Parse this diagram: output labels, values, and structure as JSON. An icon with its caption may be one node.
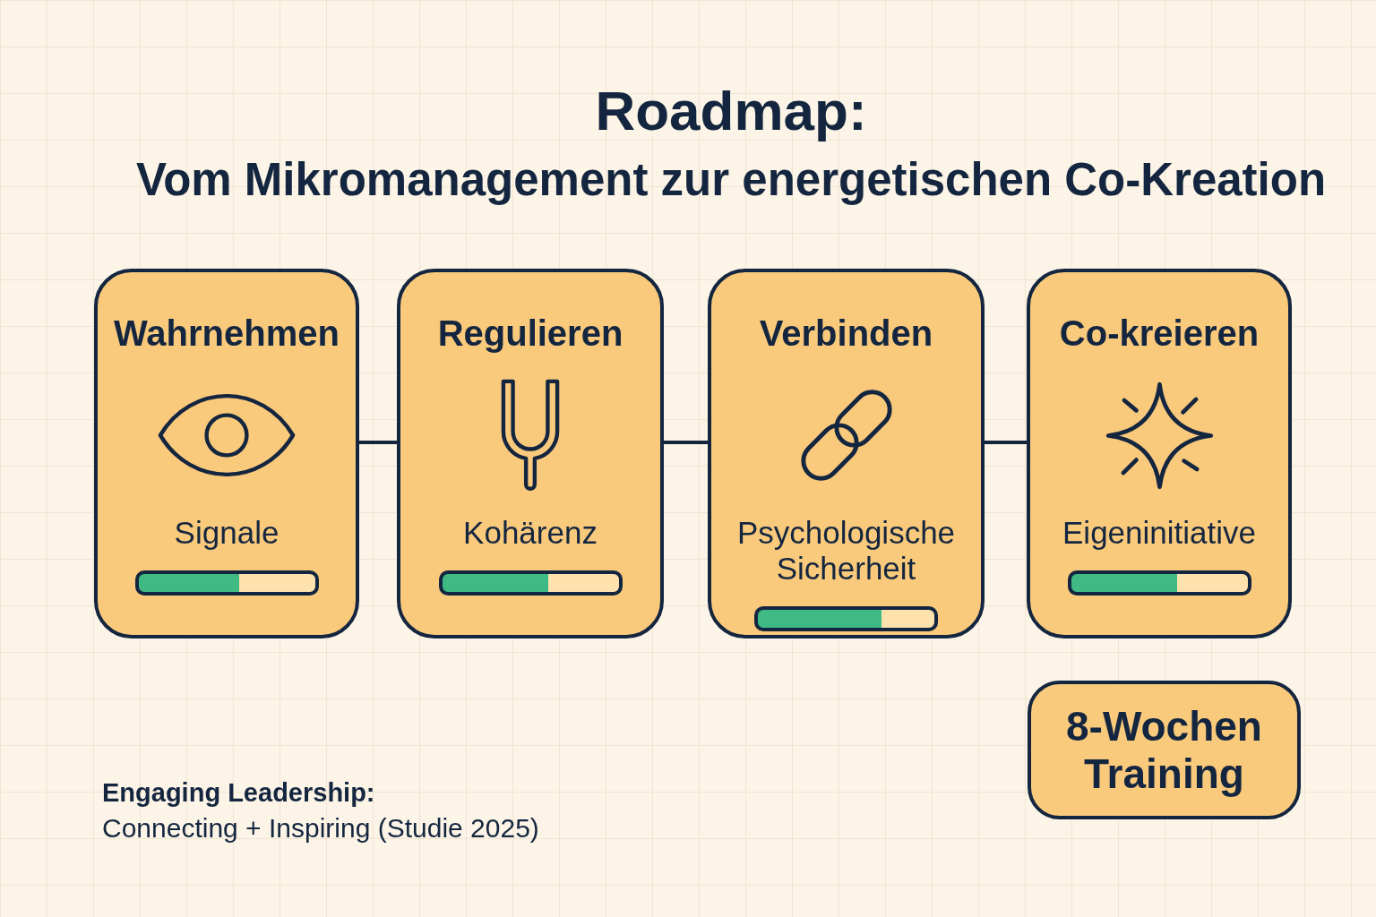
{
  "diagram": {
    "title": "Roadmap: Vom Mikromanagement zur energetischen Co-Kreation",
    "nodes": [
      {
        "text": [
          "Wahrnehmen",
          "Signale"
        ]
      },
      {
        "text": [
          "Regulieren",
          "Kohärenz"
        ]
      },
      {
        "text": [
          "Verbinden",
          "Psychologische Sicherheit"
        ]
      },
      {
        "text": [
          "Co-kreieren",
          "Eigeninitiative"
        ]
      },
      {
        "text": [
          "8-Wochen Training"
        ]
      }
    ],
    "edges": [
      {
        "from": 0,
        "to": 1,
        "arrow": "none"
      },
      {
        "from": 1,
        "to": 2,
        "arrow": "none"
      },
      {
        "from": 2,
        "to": 3,
        "arrow": "none"
      }
    ],
    "labels": [
      "Engaging Leadership:",
      "Connecting + Inspiring (Studie 2025)"
    ]
  }
}
